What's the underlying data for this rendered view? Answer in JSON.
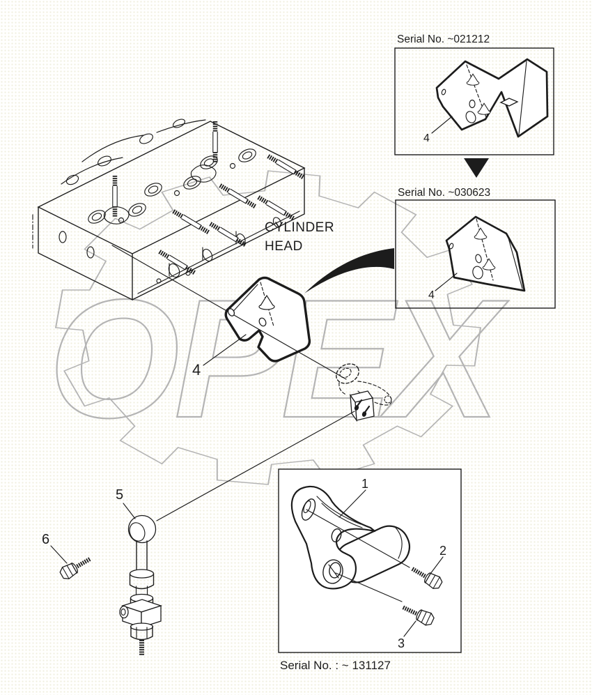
{
  "colors": {
    "line": "#1c1c1c",
    "watermark": "#b4b4b4",
    "background": "#fffffe"
  },
  "watermark": {
    "text": "OPEX"
  },
  "icons": {
    "down_arrow": "filled-triangle-down",
    "curved_arrow": "filled-swoosh-right"
  },
  "main": {
    "cylinder_head_line1": "CYLINDER",
    "cylinder_head_line2": "HEAD",
    "bracket_label": "4",
    "joint_label": "5",
    "bolt_label": "6"
  },
  "inset_top": {
    "title": "Serial No. ~021212",
    "part_label": "4"
  },
  "inset_middle": {
    "title": "Serial No. ~030623",
    "part_label": "4"
  },
  "bracket_box": {
    "caption": "Serial No. : ~ 131127",
    "bracket_label": "1",
    "bolt_top_label": "2",
    "bolt_bottom_label": "3"
  }
}
